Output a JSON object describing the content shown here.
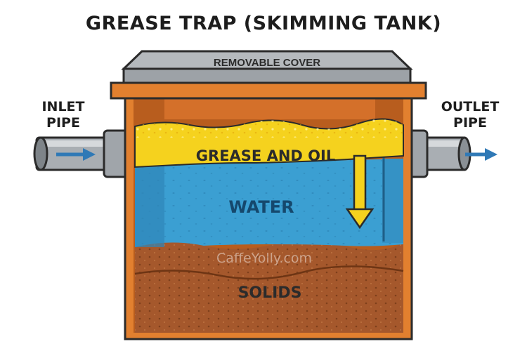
{
  "title": "GREASE TRAP (SKIMMING TANK)",
  "cover_label": "REMOVABLE COVER",
  "inlet": {
    "line1": "INLET",
    "line2": "PIPE"
  },
  "outlet": {
    "line1": "OUTLET",
    "line2": "PIPE"
  },
  "layers": {
    "grease": "GREASE AND OIL",
    "water": "WATER",
    "solids": "SOLIDS"
  },
  "watermark": "CaffeYolly.com",
  "colors": {
    "tank_orange": "#e2802f",
    "tank_dark": "#b85d1e",
    "grease_yellow": "#f5d21e",
    "water_blue": "#3b9fd2",
    "solids_brown": "#a5582c",
    "pipe_gray": "#9aa0a6",
    "flow_arrow": "#2f79b6"
  }
}
